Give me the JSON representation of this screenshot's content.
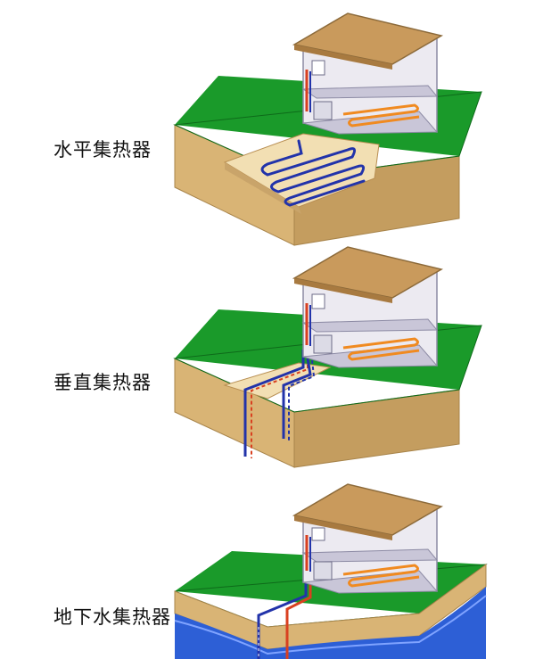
{
  "labels": {
    "horizontal": "水平集热器",
    "vertical": "垂直集热器",
    "groundwater": "地下水集热器"
  },
  "colors": {
    "grass": "#1a9a2a",
    "soil": "#d9b475",
    "roof": "#c99a5c",
    "house_wall": "#eceaf1",
    "floor": "#c9c6d8",
    "pipe_cold": "#2233aa",
    "pipe_hot": "#d94020",
    "heating_coil": "#f08a20",
    "water": "#2d5fd6"
  },
  "icons": [
    "house-icon",
    "heat-pump-unit-icon",
    "ground-collector-icon"
  ]
}
